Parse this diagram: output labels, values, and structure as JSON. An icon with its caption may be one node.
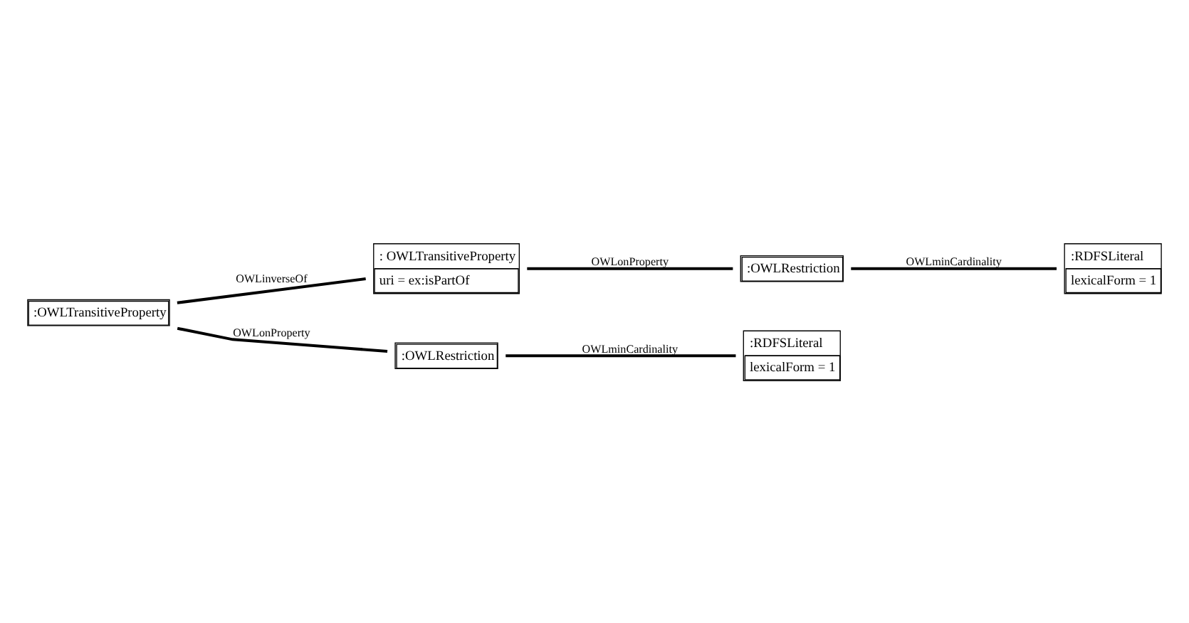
{
  "diagram": {
    "nodes": [
      {
        "text": [
          ": OWLTransitiveProperty",
          "uri = ex:isPartOf"
        ]
      },
      {
        "text": [
          ":OWLTransitiveProperty"
        ]
      },
      {
        "text": [
          ":OWLRestriction"
        ]
      },
      {
        "text": [
          ":RDFSLiteral",
          "lexicalForm = 1"
        ]
      },
      {
        "text": [
          ":OWLRestriction"
        ]
      },
      {
        "text": [
          ":RDFSLiteral",
          "lexicalForm = 1"
        ]
      }
    ],
    "edges": [
      {
        "from": 1,
        "to": 0,
        "arrow": "none",
        "label": "OWLinverseOf"
      },
      {
        "from": 0,
        "to": 2,
        "arrow": "none",
        "label": "OWLonProperty"
      },
      {
        "from": 2,
        "to": 3,
        "arrow": "none",
        "label": "OWLminCardinality"
      },
      {
        "from": 1,
        "to": 4,
        "arrow": "none",
        "label": "OWLonProperty"
      },
      {
        "from": 4,
        "to": 5,
        "arrow": "none",
        "label": "OWLminCardinality"
      }
    ]
  }
}
